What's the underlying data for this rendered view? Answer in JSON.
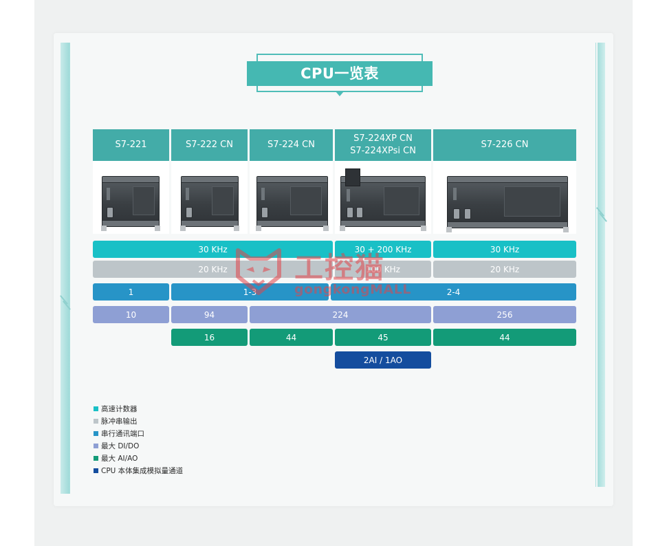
{
  "title": "CPU一览表",
  "models": [
    {
      "name": "S7-221",
      "name2": ""
    },
    {
      "name": "S7-222 CN",
      "name2": ""
    },
    {
      "name": "S7-224 CN",
      "name2": ""
    },
    {
      "name": "S7-224XP CN",
      "name2": "S7-224XPsi CN"
    },
    {
      "name": "S7-226 CN",
      "name2": ""
    }
  ],
  "rows": {
    "high_speed_counter": {
      "left": "30 KHz",
      "mid": "30 + 200 KHz",
      "right": "30 KHz"
    },
    "pulse_output": {
      "left": "20 KHz",
      "mid": "100 KHz",
      "right": "20 KHz"
    },
    "serial_ports": {
      "a": "1",
      "b": "1-3",
      "c": "2-4"
    },
    "max_dido": {
      "a": "10",
      "b": "94",
      "c": "224",
      "d": "256"
    },
    "max_aiao": {
      "a": "16",
      "b": "44",
      "c": "45",
      "d": "44"
    },
    "integrated_analog": {
      "a": "2AI / 1AO"
    }
  },
  "legend": [
    {
      "label": "高速计数器",
      "color": "#19c0c6"
    },
    {
      "label": "脉冲串输出",
      "color": "#bdc5c9"
    },
    {
      "label": "串行通讯端口",
      "color": "#2794c7"
    },
    {
      "label": "最大 DI/DO",
      "color": "#8e9fd4"
    },
    {
      "label": "最大 AI/AO",
      "color": "#139b78"
    },
    {
      "label": "CPU 本体集成模拟量通道",
      "color": "#144d9e"
    }
  ],
  "watermark": {
    "cn": "工控猫",
    "en": "gongkongMALL"
  },
  "colors": {
    "teal_header": "#43aca8",
    "title_bar": "#45b8b2",
    "hsc": "#19c0c6",
    "pulse": "#bdc5c9",
    "serial": "#2794c7",
    "dido": "#8e9fd4",
    "aiao": "#139b78",
    "analog": "#144d9e",
    "watermark": "#e2454a"
  }
}
